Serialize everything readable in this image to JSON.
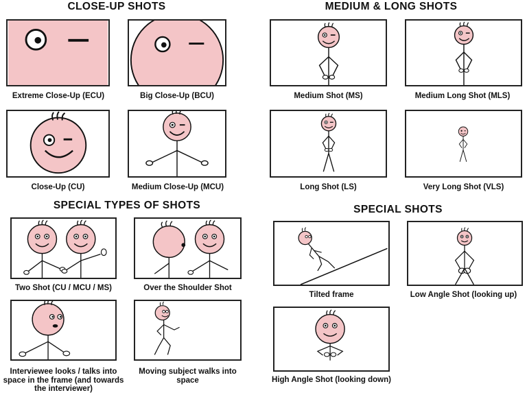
{
  "headings": {
    "closeup": "CLOSE-UP SHOTS",
    "medium_long": "MEDIUM & LONG SHOTS",
    "special_types": "SPECIAL TYPES OF SHOTS",
    "special": "SPECIAL  SHOTS"
  },
  "captions": {
    "ecu": "Extreme Close-Up (ECU)",
    "bcu": "Big Close-Up (BCU)",
    "cu": "Close-Up (CU)",
    "mcu": "Medium Close-Up (MCU)",
    "ms": "Medium Shot (MS)",
    "mls": "Medium Long Shot (MLS)",
    "ls": "Long Shot (LS)",
    "vls": "Very Long Shot (VLS)",
    "two_shot": "Two Shot (CU / MCU / MS)",
    "ots": "Over the Shoulder Shot",
    "interviewee": "Interviewee looks / talks into space in the frame (and towards the interviewer)",
    "moving": "Moving subject walks into space",
    "tilted": "Tilted frame",
    "low_angle": "Low Angle Shot (looking up)",
    "high_angle": "High Angle Shot (looking down)"
  },
  "colors": {
    "face": "#f4c5c7",
    "line": "#111111"
  }
}
